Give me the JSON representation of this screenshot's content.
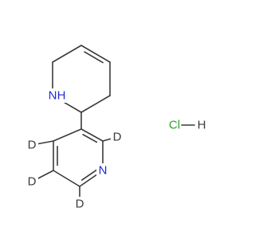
{
  "molecule": {
    "atoms": [
      {
        "id": "n1",
        "element": "N",
        "label": "N",
        "suffix": "H",
        "color": "#1f2bd6"
      },
      {
        "id": "c_nh_top",
        "element": "C",
        "label": ""
      },
      {
        "id": "c_alkene_top",
        "element": "C",
        "label": ""
      },
      {
        "id": "c_alkene_right",
        "element": "C",
        "label": ""
      },
      {
        "id": "c_ch2",
        "element": "C",
        "label": ""
      },
      {
        "id": "c_chiral",
        "element": "C",
        "label": ""
      },
      {
        "id": "c_pyr_top",
        "element": "C",
        "label": ""
      },
      {
        "id": "c_pyr_right",
        "element": "C",
        "label": ""
      },
      {
        "id": "n_pyr",
        "element": "N",
        "label": "N",
        "color": "#1f2bd6"
      },
      {
        "id": "c_pyr_bottom",
        "element": "C",
        "label": ""
      },
      {
        "id": "c_pyr_left_low",
        "element": "C",
        "label": ""
      },
      {
        "id": "c_pyr_left_up",
        "element": "C",
        "label": ""
      },
      {
        "id": "d1",
        "element": "D",
        "label": "D",
        "color": "#3a3a3a"
      },
      {
        "id": "d2",
        "element": "D",
        "label": "D",
        "color": "#3a3a3a"
      },
      {
        "id": "d3",
        "element": "D",
        "label": "D",
        "color": "#3a3a3a"
      },
      {
        "id": "d4",
        "element": "D",
        "label": "D",
        "color": "#3a3a3a"
      }
    ],
    "salt": {
      "cl": "Cl",
      "h": "H",
      "cl_color": "#2fa12f",
      "h_color": "#3a3a3a"
    }
  }
}
